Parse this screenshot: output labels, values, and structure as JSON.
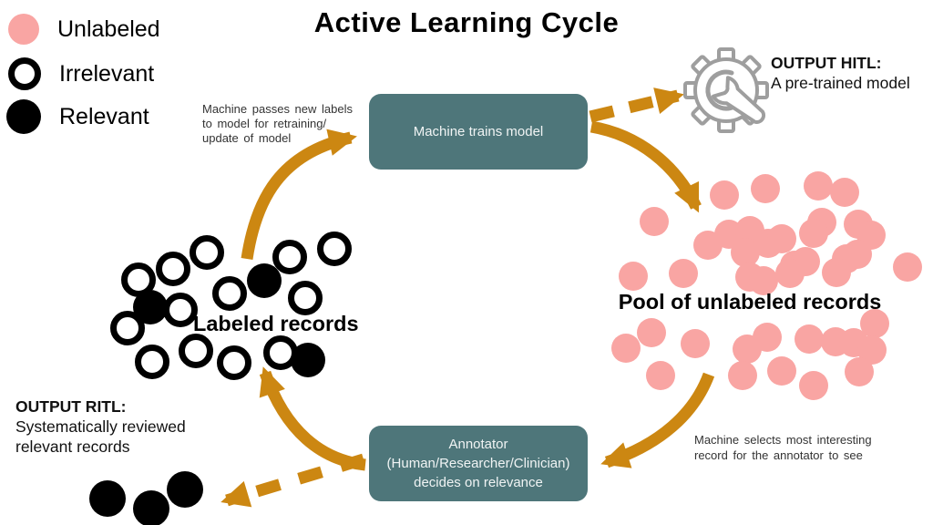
{
  "title": "Active Learning Cycle",
  "colors": {
    "unlabeled_pink": "#F9A5A3",
    "box_teal": "#4E767A",
    "arrow_orange": "#CC8712",
    "gear_gray": "#9E9E9E"
  },
  "legend": {
    "items": [
      {
        "label": "Unlabeled",
        "swatch": "pink-filled-circle"
      },
      {
        "label": "Irrelevant",
        "swatch": "black-open-circle"
      },
      {
        "label": "Relevant",
        "swatch": "black-filled-circle"
      }
    ]
  },
  "boxes": {
    "train": {
      "label": "Machine trains model"
    },
    "annotator": {
      "lines": [
        "Annotator",
        "(Human/Researcher/Clinician)",
        "decides on relevance"
      ]
    }
  },
  "annotations": {
    "pass_labels": {
      "lines": [
        "Machine passes new labels",
        "to model for retraining/",
        "update of model"
      ]
    },
    "select_record": {
      "lines": [
        "Machine selects most interesting",
        "record for the annotator to see"
      ]
    },
    "output_hitl": {
      "title": "OUTPUT HITL:",
      "lines": [
        "A pre-trained model"
      ]
    },
    "output_ritl": {
      "title": "OUTPUT RITL:",
      "lines": [
        "Systematically reviewed",
        "relevant records"
      ]
    }
  },
  "clusters": {
    "pool": {
      "label": "Pool of unlabeled records",
      "dots": [
        [
          795,
          214
        ],
        [
          840,
          207
        ],
        [
          898,
          204
        ],
        [
          927,
          211
        ],
        [
          718,
          243
        ],
        [
          777,
          269
        ],
        [
          800,
          257
        ],
        [
          823,
          253
        ],
        [
          818,
          277
        ],
        [
          843,
          267
        ],
        [
          858,
          262
        ],
        [
          872,
          291
        ],
        [
          884,
          287
        ],
        [
          902,
          244
        ],
        [
          893,
          256
        ],
        [
          942,
          246
        ],
        [
          956,
          258
        ],
        [
          941,
          279
        ],
        [
          929,
          284
        ],
        [
          996,
          293
        ],
        [
          695,
          303
        ],
        [
          750,
          300
        ],
        [
          823,
          304
        ],
        [
          838,
          308
        ],
        [
          867,
          300
        ],
        [
          918,
          299
        ],
        [
          715,
          365
        ],
        [
          687,
          382
        ],
        [
          763,
          377
        ],
        [
          725,
          412
        ],
        [
          820,
          383
        ],
        [
          842,
          370
        ],
        [
          815,
          412
        ],
        [
          858,
          407
        ],
        [
          888,
          372
        ],
        [
          893,
          423
        ],
        [
          917,
          375
        ],
        [
          960,
          355
        ],
        [
          937,
          376
        ],
        [
          957,
          384
        ],
        [
          943,
          408
        ]
      ]
    },
    "labeled": {
      "label": "Labeled records",
      "open_dots": [
        [
          227,
          277
        ],
        [
          190,
          295
        ],
        [
          152,
          307
        ],
        [
          252,
          322
        ],
        [
          198,
          340
        ],
        [
          140,
          360
        ],
        [
          318,
          282
        ],
        [
          367,
          273
        ],
        [
          335,
          327
        ],
        [
          167,
          397
        ],
        [
          215,
          385
        ],
        [
          257,
          398
        ],
        [
          308,
          387
        ]
      ],
      "filled_dots": [
        [
          165,
          337
        ],
        [
          290,
          308
        ],
        [
          338,
          395
        ]
      ]
    },
    "output_dots": [
      [
        118,
        547
      ],
      [
        166,
        558
      ],
      [
        203,
        537
      ]
    ]
  }
}
